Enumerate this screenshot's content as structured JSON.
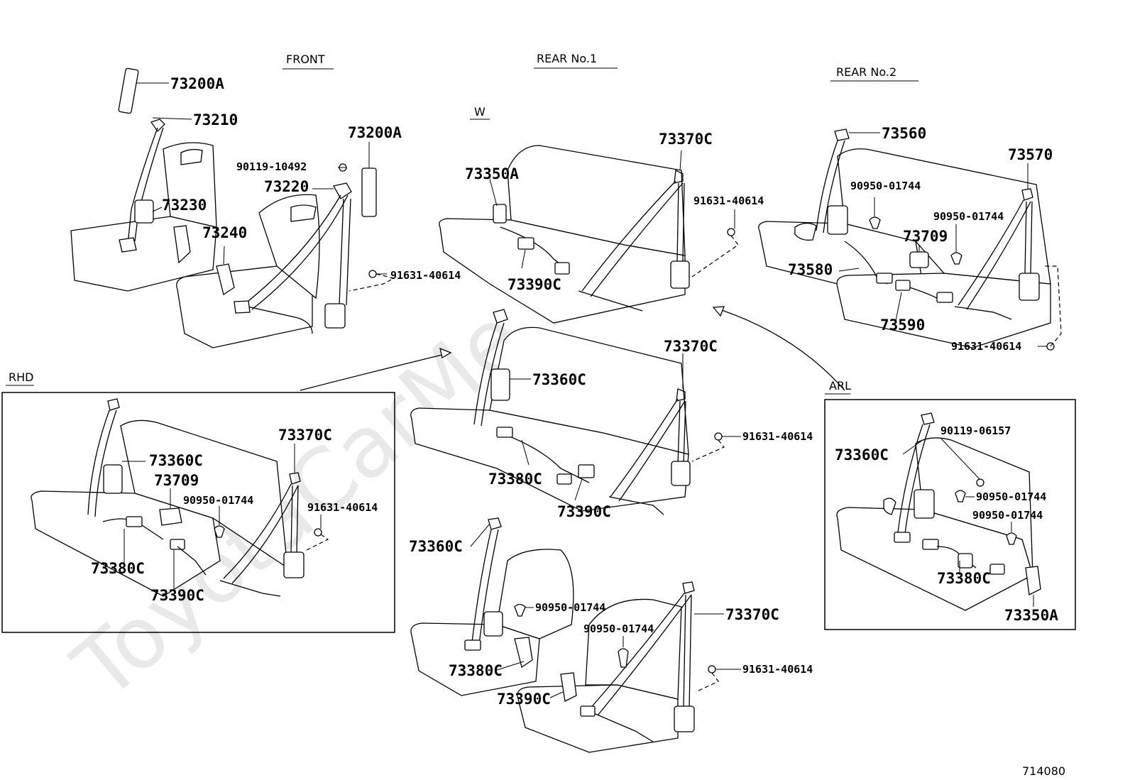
{
  "watermark": "ToyotaCarMe.ru",
  "diagram_id": "714080",
  "sections": {
    "front": "FRONT",
    "rear1": "REAR No.1",
    "rear2": "REAR No.2",
    "w": "W",
    "rhd": "RHD",
    "arl": "ARL"
  },
  "front_labels": [
    "73200A",
    "73210",
    "73230",
    "73240",
    "73200A",
    "73220",
    "90119-10492",
    "91631-40614"
  ],
  "rear1_top_labels": [
    "73350A",
    "73370C",
    "91631-40614",
    "73390C"
  ],
  "rear1_mid_labels": [
    "73360C",
    "73370C",
    "91631-40614",
    "73380C",
    "73390C"
  ],
  "rear1_bottom_labels": [
    "73360C",
    "90950-01744",
    "90950-01744",
    "73370C",
    "91631-40614",
    "73380C",
    "73390C"
  ],
  "rear2_labels": [
    "73560",
    "73570",
    "90950-01744",
    "90950-01744",
    "73709",
    "73580",
    "73590",
    "91631-40614"
  ],
  "rhd_labels": [
    "73370C",
    "73360C",
    "73709",
    "90950-01744",
    "91631-40614",
    "73380C",
    "73390C"
  ],
  "arl_labels": [
    "73360C",
    "90119-06157",
    "90950-01744",
    "90950-01744",
    "73380C",
    "73350A"
  ]
}
